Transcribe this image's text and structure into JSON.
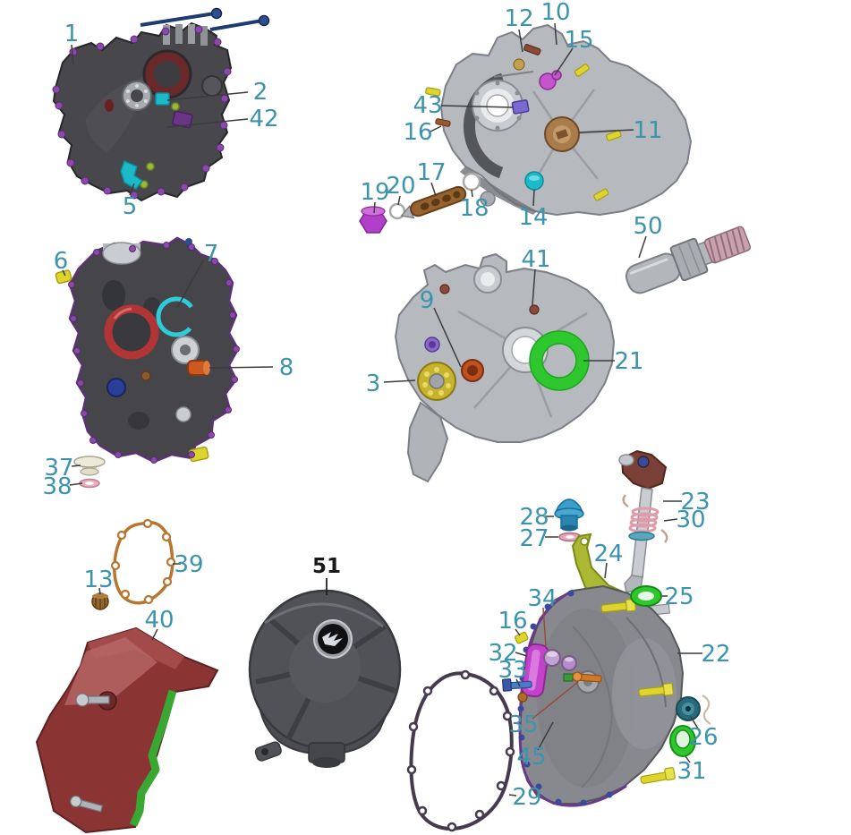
{
  "diagram": {
    "colors": {
      "callout_text": "#3d93ad",
      "callout_text_dark": "#1a1a1a",
      "case_dark_gray": "#47474c",
      "case_silver": "#b6b9be",
      "highlight_cyan": "#1cb9c9",
      "highlight_magenta": "#c455cc",
      "highlight_violet": "#7b68d0",
      "highlight_purple": "#8a4aa8",
      "highlight_green": "#2ec82e",
      "highlight_yellow": "#ddd52e",
      "highlight_orange": "#cc5a1e",
      "highlight_blue": "#4a7ac8",
      "highlight_navy": "#1e3c72",
      "seal_red": "#b23535",
      "bearing_brown": "#a97c4c",
      "bearing_yellow": "#c6b42e",
      "gasket_brown": "#b5762f",
      "gasket_dark": "#453a4e",
      "cover_red": "#8a3434",
      "cover_green_stripe": "#38a832",
      "lever_olive": "#aab834",
      "spring_pink": "#e09aa8"
    },
    "callouts": {
      "c1": "1",
      "c2": "2",
      "c3": "3",
      "c5": "5",
      "c6": "6",
      "c7": "7",
      "c8": "8",
      "c9": "9",
      "c10": "10",
      "c11": "11",
      "c12": "12",
      "c13": "13",
      "c14": "14",
      "c15": "15",
      "c16a": "16",
      "c16b": "16",
      "c17": "17",
      "c18": "18",
      "c19": "19",
      "c20": "20",
      "c21": "21",
      "c22": "22",
      "c23": "23",
      "c24": "24",
      "c25": "25",
      "c26": "26",
      "c27": "27",
      "c28": "28",
      "c29": "29",
      "c30": "30",
      "c31": "31",
      "c32": "32",
      "c33": "33",
      "c34": "34",
      "c35": "35",
      "c37": "37",
      "c38": "38",
      "c39": "39",
      "c40": "40",
      "c41": "41",
      "c42": "42",
      "c43": "43",
      "c45": "45",
      "c50": "50",
      "c51": "51"
    }
  }
}
